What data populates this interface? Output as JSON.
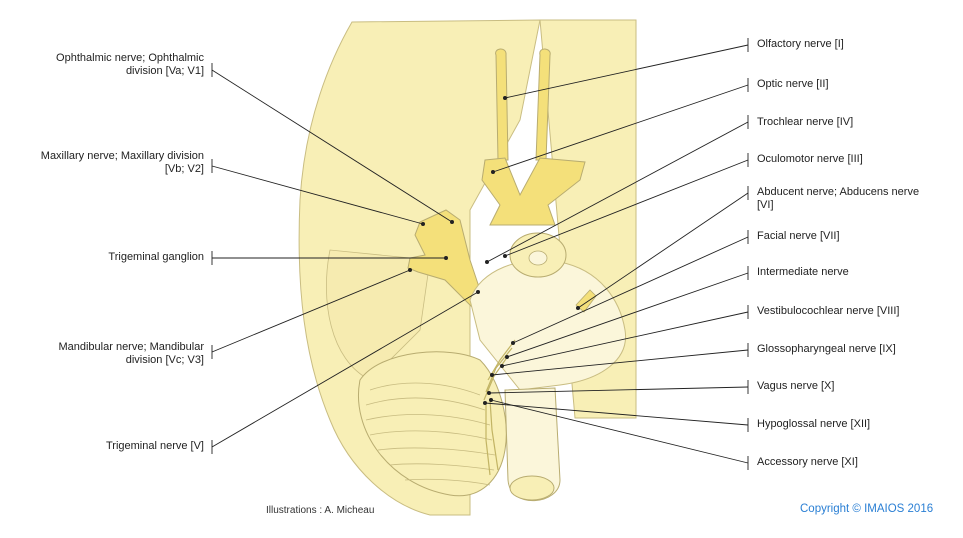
{
  "left_labels": [
    {
      "id": "ophthalmic",
      "lines": [
        "Ophthalmic nerve; Ophthalmic",
        "division [Va; V1]"
      ]
    },
    {
      "id": "maxillary",
      "lines": [
        "Maxillary nerve; Maxillary division",
        "[Vb; V2]"
      ]
    },
    {
      "id": "trigeminal-ganglion",
      "lines": [
        "Trigeminal ganglion"
      ]
    },
    {
      "id": "mandibular",
      "lines": [
        "Mandibular nerve; Mandibular",
        "division [Vc; V3]"
      ]
    },
    {
      "id": "trigeminal-nerve",
      "lines": [
        "Trigeminal nerve [V]"
      ]
    }
  ],
  "right_labels": [
    {
      "id": "olfactory",
      "lines": [
        "Olfactory nerve [I]"
      ]
    },
    {
      "id": "optic",
      "lines": [
        "Optic nerve [II]"
      ]
    },
    {
      "id": "trochlear",
      "lines": [
        "Trochlear nerve [IV]"
      ]
    },
    {
      "id": "oculomotor",
      "lines": [
        "Oculomotor nerve [III]"
      ]
    },
    {
      "id": "abducent",
      "lines": [
        "Abducent nerve; Abducens nerve",
        "[VI]"
      ]
    },
    {
      "id": "facial",
      "lines": [
        "Facial nerve [VII]"
      ]
    },
    {
      "id": "intermediate",
      "lines": [
        "Intermediate nerve"
      ]
    },
    {
      "id": "vestibulocochlear",
      "lines": [
        "Vestibulocochlear nerve [VIII]"
      ]
    },
    {
      "id": "glossopharyngeal",
      "lines": [
        "Glossopharyngeal nerve [IX]"
      ]
    },
    {
      "id": "vagus",
      "lines": [
        "Vagus nerve [X]"
      ]
    },
    {
      "id": "hypoglossal",
      "lines": [
        "Hypoglossal nerve [XII]"
      ]
    },
    {
      "id": "accessory",
      "lines": [
        "Accessory nerve [XI]"
      ]
    }
  ],
  "credit": "Illustrations : A. Micheau",
  "copyright": "Copyright © IMAIOS 2016",
  "colors": {
    "brain_fill": "#f8efb6",
    "nerve_fill": "#f4e07a",
    "outline": "#b8ac70",
    "leader": "#222222",
    "copyright": "#2a7fd4"
  }
}
